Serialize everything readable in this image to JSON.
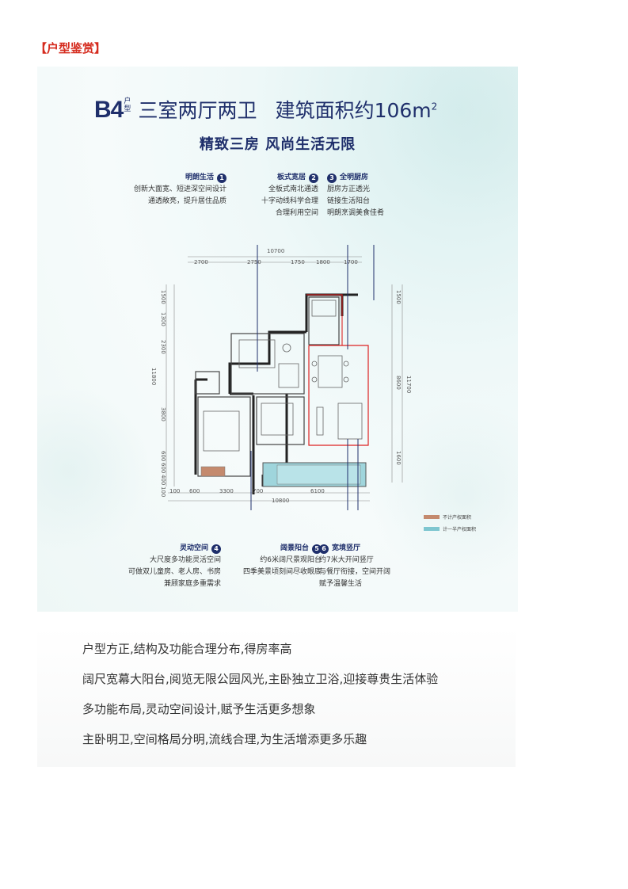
{
  "section_title": "【户型鉴赏】",
  "poster": {
    "code": "B4",
    "code_suffix_top": "户",
    "code_suffix_bottom": "型",
    "layout": "三室两厅两卫",
    "area": "建筑面积约106m",
    "area_sup": "2",
    "subtitle": "精致三房 风尚生活无限",
    "features": [
      {
        "num": "1",
        "title": "明朗生活",
        "lines": [
          "创新大面宽、短进深空间设计",
          "通透敞亮，提升居住品质"
        ]
      },
      {
        "num": "2",
        "title": "板式宽居",
        "lines": [
          "全板式南北通透",
          "十字动线科学合理",
          "合理利用空间"
        ]
      },
      {
        "num": "3",
        "title": "全明厨房",
        "lines": [
          "厨房方正透光",
          "链接生活阳台",
          "明朗烹调美食佳肴"
        ]
      },
      {
        "num": "4",
        "title": "灵动空间",
        "lines": [
          "大尺度多功能灵活空间",
          "可做双儿童房、老人房、书房",
          "兼顾家庭多重需求"
        ]
      },
      {
        "num": "5",
        "title": "阔景阳台",
        "lines": [
          "约6米阔尺景观阳台",
          "四季美景顷刻间尽收眼底"
        ]
      },
      {
        "num": "6",
        "title": "宽境竖厅",
        "lines": [
          "约7米大开间竖厅",
          "与餐厅衔接，空间开阔",
          "赋予温馨生活"
        ]
      }
    ],
    "dimensions": {
      "top_total": "10700",
      "top_segments": [
        "2700",
        "2750",
        "1750",
        "1800",
        "1700"
      ],
      "left_segments": [
        "1500",
        "1300",
        "2300",
        "3800",
        "600",
        "600",
        "400",
        "100"
      ],
      "left_total": "11800",
      "right_segments": [
        "1500",
        "8600",
        "1600"
      ],
      "right_total": "11700",
      "bottom_segments": [
        "100",
        "600",
        "3300",
        "700",
        "6100"
      ],
      "bottom_total": "10800"
    },
    "legend": [
      {
        "label": "不计产权面积",
        "color": "#c48a6e"
      },
      {
        "label": "计一半产权面积",
        "color": "#7ec6d0"
      }
    ]
  },
  "description": [
    "户型方正,结构及功能合理分布,得房率高",
    "阔尺宽幕大阳台,阅览无限公园风光,主卧独立卫浴,迎接尊贵生活体验",
    "多功能布局,灵动空间设计,赋予生活更多想象",
    "主卧明卫,空间格局分明,流线合理,为生活增添更多乐趣"
  ]
}
